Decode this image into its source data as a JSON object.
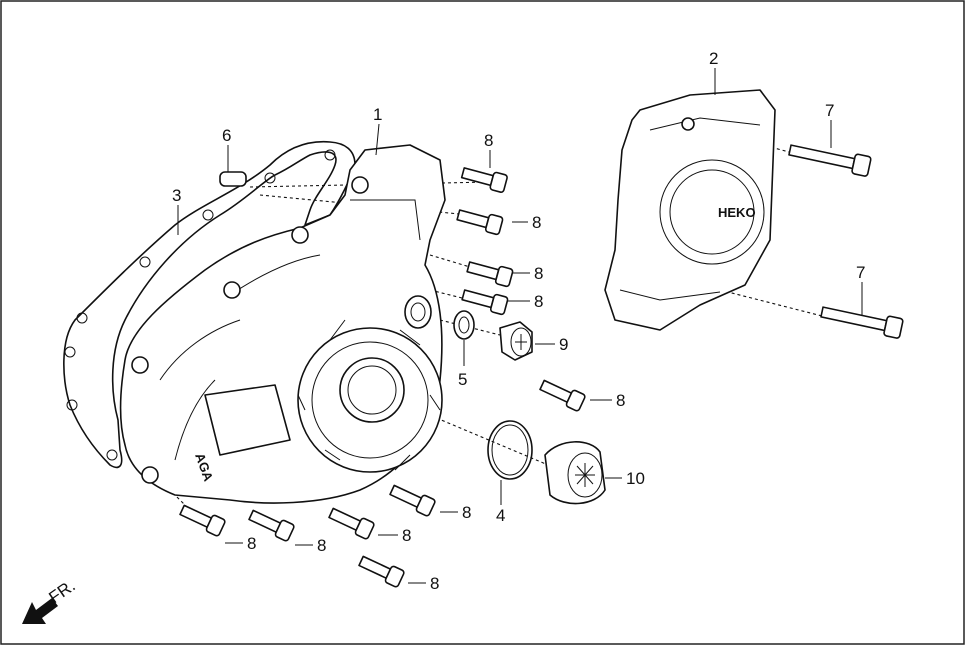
{
  "diagram": {
    "callouts": [
      {
        "id": "c1",
        "text": "1"
      },
      {
        "id": "c2",
        "text": "2"
      },
      {
        "id": "c3",
        "text": "3"
      },
      {
        "id": "c4",
        "text": "4"
      },
      {
        "id": "c5",
        "text": "5"
      },
      {
        "id": "c6",
        "text": "6"
      },
      {
        "id": "c7a",
        "text": "7"
      },
      {
        "id": "c7b",
        "text": "7"
      },
      {
        "id": "c8a",
        "text": "8"
      },
      {
        "id": "c8b",
        "text": "8"
      },
      {
        "id": "c8c",
        "text": "8"
      },
      {
        "id": "c8d",
        "text": "8"
      },
      {
        "id": "c8e",
        "text": "8"
      },
      {
        "id": "c8f",
        "text": "8"
      },
      {
        "id": "c8g",
        "text": "8"
      },
      {
        "id": "c8h",
        "text": "8"
      },
      {
        "id": "c8i",
        "text": "8"
      },
      {
        "id": "c8j",
        "text": "8"
      },
      {
        "id": "c9",
        "text": "9"
      },
      {
        "id": "c10",
        "text": "10"
      }
    ],
    "direction_label": "FR.",
    "cover_emblem": "HEKO",
    "case_emblem": "AGA"
  }
}
